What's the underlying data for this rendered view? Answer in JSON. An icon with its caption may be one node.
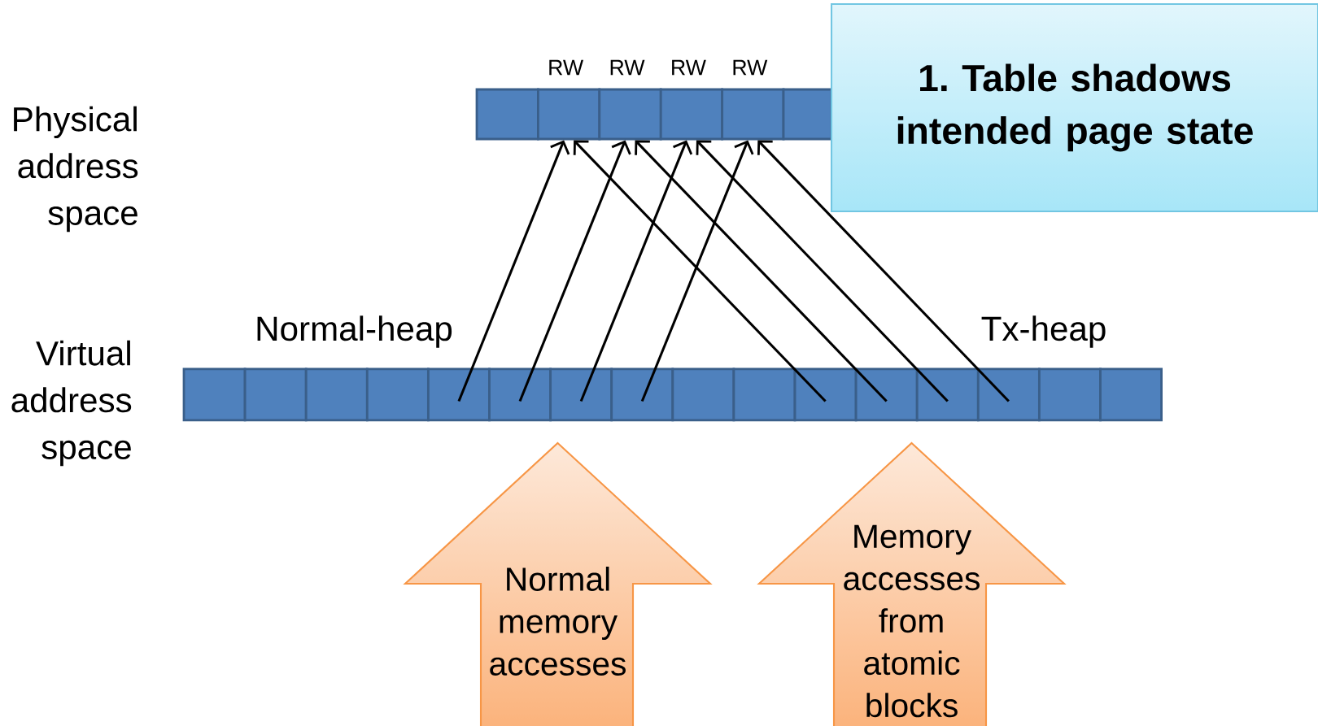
{
  "diagram": {
    "nodes": [
      {
        "text": [],
        "shape": "box"
      },
      {
        "text": [],
        "shape": "box",
        "beside": [
          "RW"
        ]
      },
      {
        "text": [],
        "shape": "box",
        "beside": [
          "RW"
        ]
      },
      {
        "text": [],
        "shape": "box",
        "beside": [
          "RW"
        ]
      },
      {
        "text": [],
        "shape": "box",
        "beside": [
          "RW"
        ]
      },
      {
        "text": [],
        "shape": "box"
      },
      {
        "text": [
          "1. Table shadows intended page state"
        ]
      },
      {
        "text": [],
        "shape": "box"
      },
      {
        "text": [],
        "shape": "box"
      },
      {
        "text": [],
        "shape": "box"
      },
      {
        "text": [],
        "shape": "box"
      },
      {
        "text": [],
        "shape": "box"
      },
      {
        "text": [],
        "shape": "box"
      },
      {
        "text": [],
        "shape": "box"
      },
      {
        "text": [],
        "shape": "box"
      },
      {
        "text": [],
        "shape": "box"
      },
      {
        "text": [],
        "shape": "box"
      },
      {
        "text": [],
        "shape": "box"
      },
      {
        "text": [],
        "shape": "box"
      },
      {
        "text": [],
        "shape": "box"
      },
      {
        "text": [],
        "shape": "box"
      },
      {
        "text": [],
        "shape": "box"
      },
      {
        "text": [],
        "shape": "box"
      },
      {
        "text": [
          "Normal memory accesses"
        ]
      },
      {
        "text": [
          "Memory accesses from atomic blocks"
        ]
      }
    ],
    "edges": [
      {
        "from": 11,
        "to": 1,
        "arrow": "to"
      },
      {
        "from": 12,
        "to": 2,
        "arrow": "to"
      },
      {
        "from": 13,
        "to": 3,
        "arrow": "to"
      },
      {
        "from": 14,
        "to": 4,
        "arrow": "to"
      },
      {
        "from": 17,
        "to": 1,
        "arrow": "to"
      },
      {
        "from": 18,
        "to": 2,
        "arrow": "to"
      },
      {
        "from": 19,
        "to": 3,
        "arrow": "to"
      },
      {
        "from": 20,
        "to": 4,
        "arrow": "to"
      }
    ],
    "labels": [
      "Physical address space",
      "Virtual address space",
      "Normal-heap",
      "Tx-heap"
    ]
  }
}
